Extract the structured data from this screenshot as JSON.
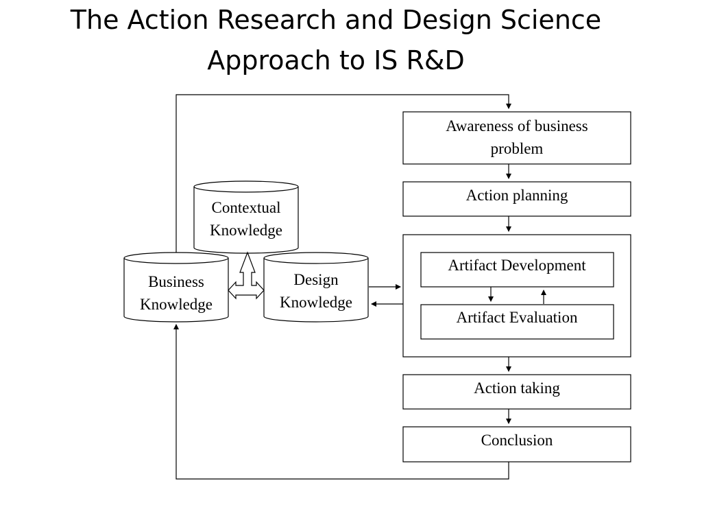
{
  "title": {
    "line1": "The Action Research and Design Science",
    "line2": "Approach to IS R&D"
  },
  "colors": {
    "stroke": "#000000",
    "background": "#ffffff"
  },
  "boxes": {
    "awareness": {
      "line1": "Awareness of business",
      "line2": "problem"
    },
    "action_planning": "Action planning",
    "artifact_development": "Artifact Development",
    "artifact_evaluation": "Artifact Evaluation",
    "action_taking": "Action taking",
    "conclusion": "Conclusion"
  },
  "knowledge_stores": {
    "contextual": {
      "line1": "Contextual",
      "line2": "Knowledge"
    },
    "business": {
      "line1": "Business",
      "line2": "Knowledge"
    },
    "design": {
      "line1": "Design",
      "line2": "Knowledge"
    }
  }
}
